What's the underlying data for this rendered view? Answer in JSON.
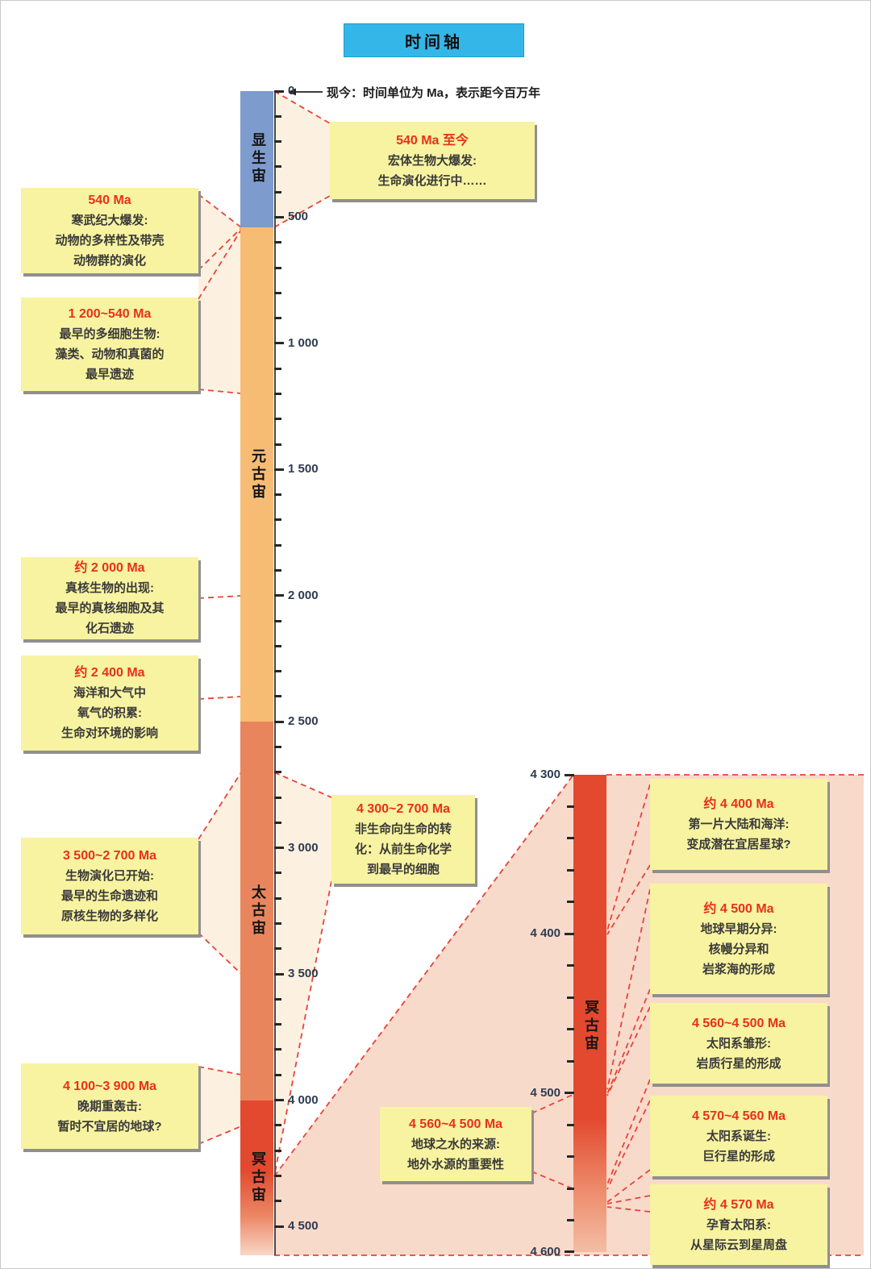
{
  "title": "时间轴",
  "origin_note": {
    "text": "现今：时间单位为 Ma，表示距今百万年"
  },
  "colors": {
    "title_bg": "#35b6e8",
    "phanerozoic": "#7e9bce",
    "proterozoic": "#f6bc74",
    "archean": "#e8855d",
    "hadean": "#e2492e",
    "hadean_fade": "#f8d7c8",
    "callout_bg": "#f7f3a0",
    "callout_title_red": "#e8301c",
    "fan_cream": "#fcf1e0",
    "fan_pink": "#f8dacb",
    "dashed_red": "#e84438"
  },
  "main_timeline": {
    "unit": "Ma",
    "segments": [
      {
        "name": "显生宙",
        "start": 0,
        "end": 540,
        "color_key": "phanerozoic",
        "fade": false
      },
      {
        "name": "元古宙",
        "start": 540,
        "end": 2500,
        "color_key": "proterozoic",
        "fade": false
      },
      {
        "name": "太古宙",
        "start": 2500,
        "end": 4000,
        "color_key": "archean",
        "fade": false
      },
      {
        "name": "冥古宙",
        "start": 4000,
        "end": 4615,
        "color_key": "hadean",
        "fade": true
      }
    ],
    "tick_step": 100,
    "tick_max": 4500,
    "labels": [
      {
        "ma": 0,
        "text": "0"
      },
      {
        "ma": 500,
        "text": "500"
      },
      {
        "ma": 1000,
        "text": "1 000"
      },
      {
        "ma": 1500,
        "text": "1 500"
      },
      {
        "ma": 2000,
        "text": "2 000"
      },
      {
        "ma": 2500,
        "text": "2 500"
      },
      {
        "ma": 3000,
        "text": "3 000"
      },
      {
        "ma": 3500,
        "text": "3 500"
      },
      {
        "ma": 4000,
        "text": "4 000"
      },
      {
        "ma": 4500,
        "text": "4 500"
      }
    ]
  },
  "detail_timeline": {
    "eon": "冥古宙",
    "start": 4300,
    "end": 4600,
    "tick_step": 20,
    "labels": [
      {
        "ma": 4300,
        "text": "4 300"
      },
      {
        "ma": 4400,
        "text": "4 400"
      },
      {
        "ma": 4500,
        "text": "4 500"
      },
      {
        "ma": 4600,
        "text": "4 600"
      }
    ]
  },
  "callouts": {
    "left": [
      {
        "title": "540 Ma",
        "lines": [
          "寒武纪大爆发:",
          "动物的多样性及带壳",
          "动物群的演化"
        ]
      },
      {
        "title": "1 200~540 Ma",
        "lines": [
          "最早的多细胞生物:",
          "藻类、动物和真菌的",
          "最早遗迹"
        ]
      },
      {
        "title": "约 2 000 Ma",
        "lines": [
          "真核生物的出现:",
          "最早的真核细胞及其",
          "化石遗迹"
        ]
      },
      {
        "title": "约 2 400 Ma",
        "lines": [
          "海洋和大气中",
          "氧气的积累:",
          "生命对环境的影响"
        ]
      },
      {
        "title": "3 500~2 700 Ma",
        "lines": [
          "生物演化已开始:",
          "最早的生命遗迹和",
          "原核生物的多样化"
        ]
      },
      {
        "title": "4 100~3 900 Ma",
        "lines": [
          "晚期重轰击:",
          "暂时不宜居的地球?"
        ]
      }
    ],
    "middle": [
      {
        "title": "540 Ma 至今",
        "lines": [
          "宏体生物大爆发:",
          "生命演化进行中……"
        ]
      },
      {
        "title": "4 300~2 700 Ma",
        "lines": [
          "非生命向生命的转",
          "化：从前生命化学",
          "到最早的细胞"
        ]
      },
      {
        "title": "4 560~4 500 Ma",
        "lines": [
          "地球之水的来源:",
          "地外水源的重要性"
        ]
      }
    ],
    "right": [
      {
        "title": "约 4 400 Ma",
        "lines": [
          "第一片大陆和海洋:",
          "变成潜在宜居星球?"
        ]
      },
      {
        "title": "约 4 500 Ma",
        "lines": [
          "地球早期分异:",
          "核幔分异和",
          "岩浆海的形成"
        ]
      },
      {
        "title": "4 560~4 500 Ma",
        "lines": [
          "太阳系雏形:",
          "岩质行星的形成"
        ]
      },
      {
        "title": "4 570~4 560 Ma",
        "lines": [
          "太阳系诞生:",
          "巨行星的形成"
        ]
      },
      {
        "title": "约 4 570 Ma",
        "lines": [
          "孕育太阳系:",
          "从星际云到星周盘"
        ]
      }
    ]
  }
}
